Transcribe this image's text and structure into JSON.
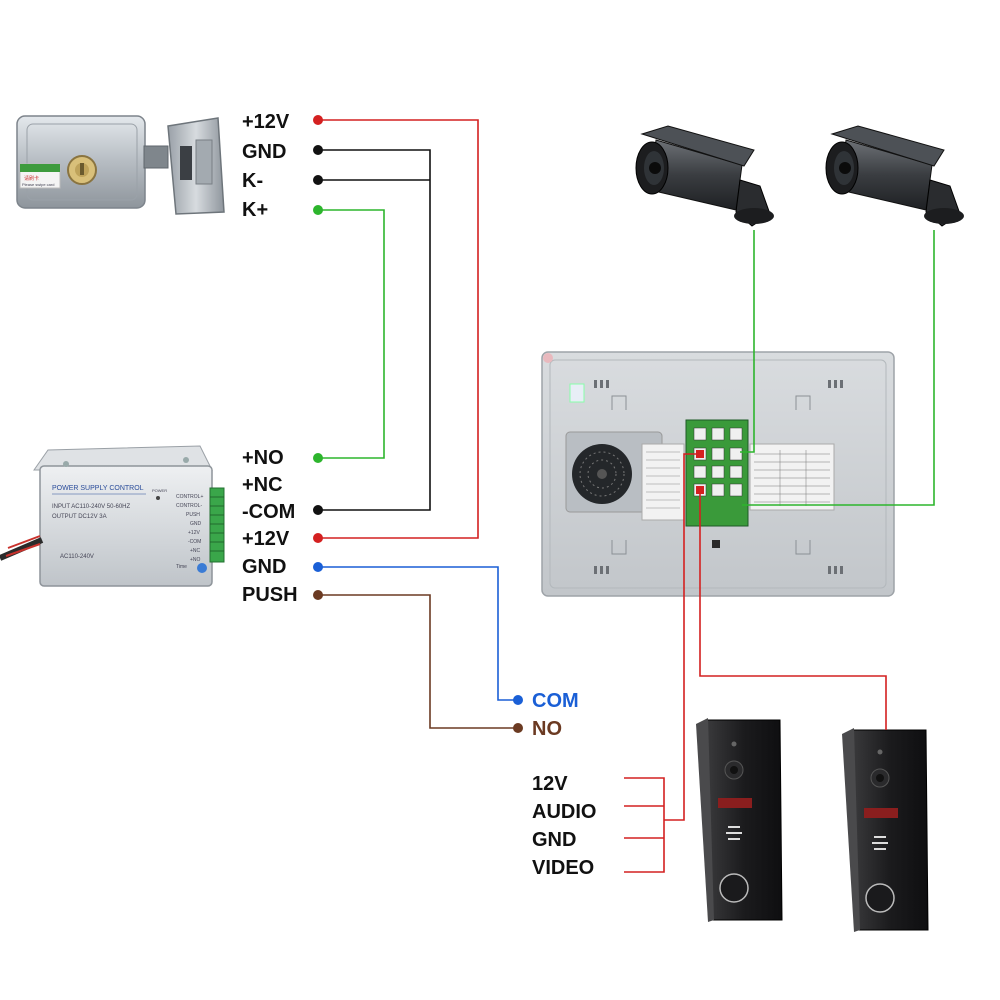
{
  "lock_terminals": [
    "+12V",
    "GND",
    "K-",
    "K+"
  ],
  "psu_terminals": [
    "+NO",
    "+NC",
    "-COM",
    "+12V",
    "GND",
    "PUSH"
  ],
  "exit_button_terminals": [
    "COM",
    "NO"
  ],
  "door_station_terminals": [
    "12V",
    "AUDIO",
    "GND",
    "VIDEO"
  ],
  "lock_device": {
    "sticker": "请刷卡",
    "sticker_small": "Please swipe card"
  },
  "psu_device": {
    "title": "POWER SUPPLY CONTROL",
    "input": "INPUT  AC110-240V 50-60HZ",
    "output": "OUTPUT  DC12V  3A",
    "ac": "AC110-240V",
    "power": "POWER",
    "time": "Time",
    "terminals": [
      "CONTROL+",
      "CONTROL-",
      "PUSH",
      "GND",
      "+12V",
      "-COM",
      "+NC",
      "+NO"
    ]
  },
  "colors": {
    "red": "#d42020",
    "black": "#111111",
    "green": "#2db52d",
    "blue": "#1a5fd6",
    "brown": "#6b3a22"
  }
}
